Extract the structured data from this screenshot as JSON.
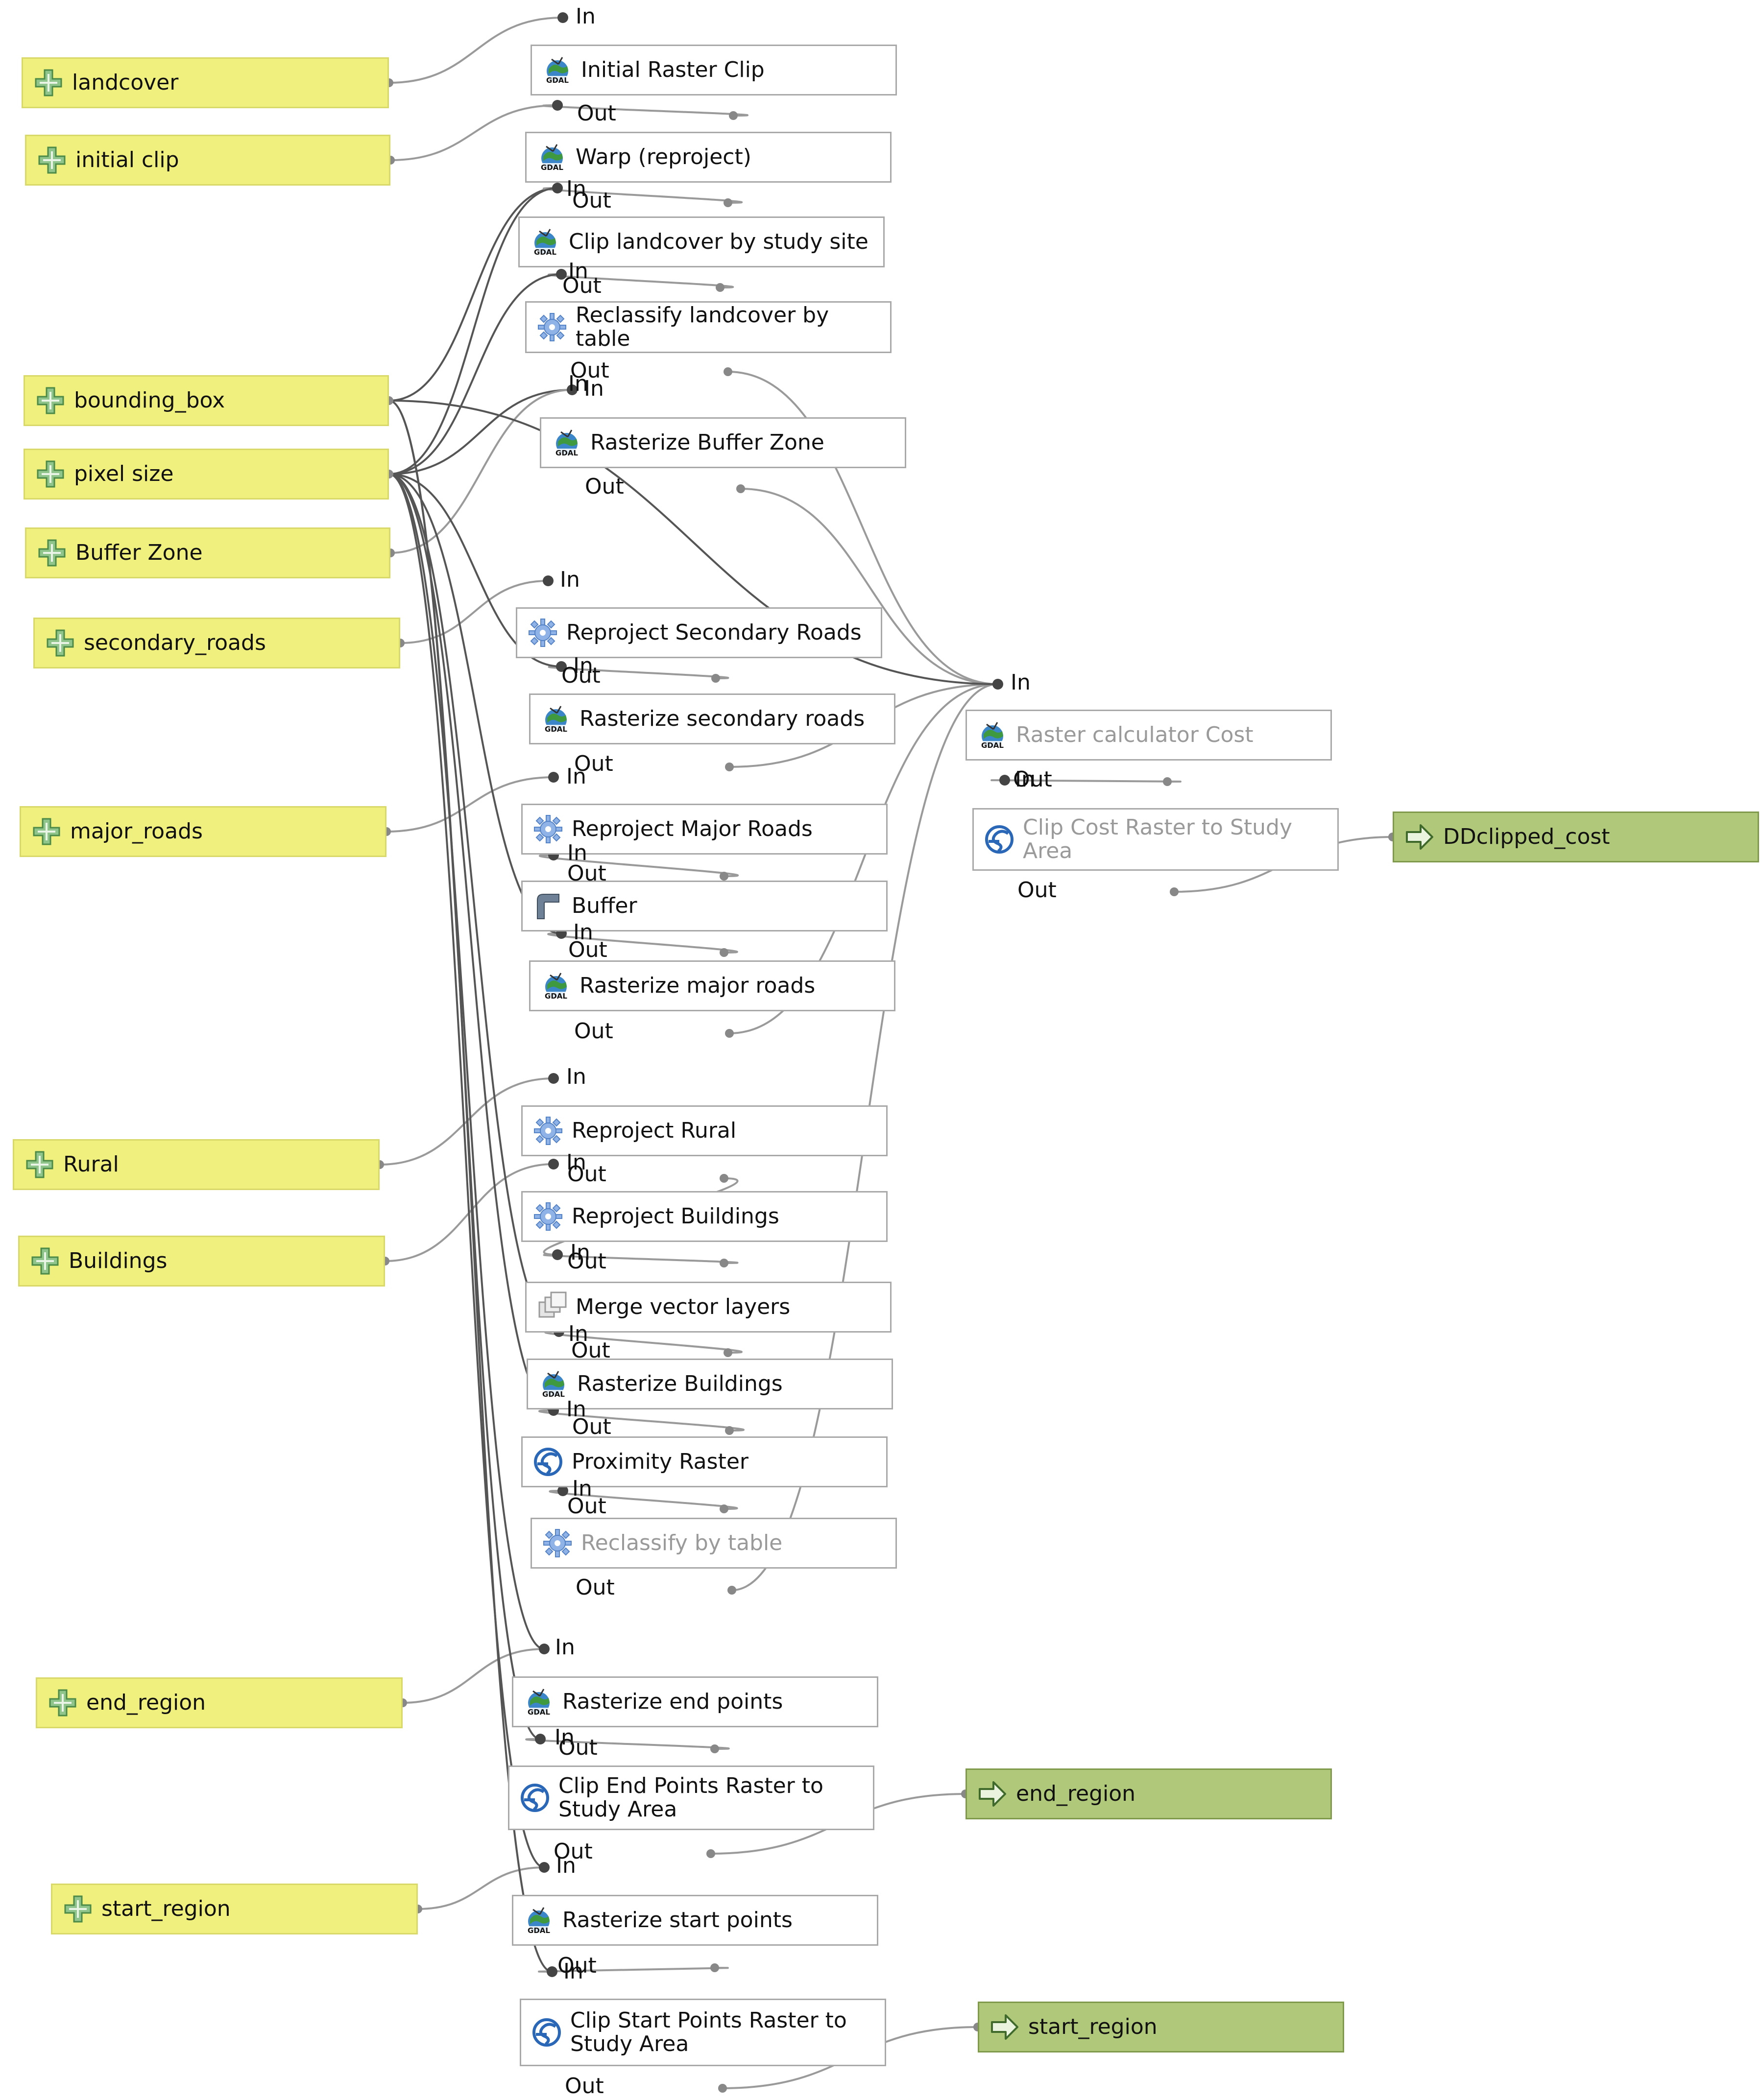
{
  "inputs": [
    {
      "id": "landcover",
      "label": "landcover",
      "icon": "plus-icon"
    },
    {
      "id": "initial_clip",
      "label": "initial clip",
      "icon": "plus-icon"
    },
    {
      "id": "bounding_box",
      "label": "bounding_box",
      "icon": "plus-icon"
    },
    {
      "id": "pixel_size",
      "label": "pixel size",
      "icon": "plus-icon"
    },
    {
      "id": "buffer_zone",
      "label": "Buffer Zone",
      "icon": "plus-icon"
    },
    {
      "id": "secondary_roads",
      "label": "secondary_roads",
      "icon": "plus-icon"
    },
    {
      "id": "major_roads",
      "label": "major_roads",
      "icon": "plus-icon"
    },
    {
      "id": "rural",
      "label": "Rural",
      "icon": "plus-icon"
    },
    {
      "id": "buildings",
      "label": "Buildings",
      "icon": "plus-icon"
    },
    {
      "id": "end_region_in",
      "label": "end_region",
      "icon": "plus-icon"
    },
    {
      "id": "start_region_in",
      "label": "start_region",
      "icon": "plus-icon"
    }
  ],
  "algorithms": [
    {
      "id": "initial_raster_clip",
      "label": "Initial Raster Clip",
      "icon": "gdal-icon",
      "disabled": false
    },
    {
      "id": "warp",
      "label": "Warp (reproject)",
      "icon": "gdal-icon",
      "disabled": false
    },
    {
      "id": "clip_landcover",
      "label": "Clip landcover by study site",
      "icon": "gdal-icon",
      "disabled": false
    },
    {
      "id": "reclassify_landcover",
      "label": "Reclassify landcover by\ntable",
      "icon": "gear-icon",
      "disabled": false
    },
    {
      "id": "rasterize_buffer",
      "label": "Rasterize Buffer Zone",
      "icon": "gdal-icon",
      "disabled": false
    },
    {
      "id": "reproject_secondary",
      "label": "Reproject Secondary Roads",
      "icon": "gear-icon",
      "disabled": false
    },
    {
      "id": "rasterize_secondary",
      "label": "Rasterize secondary roads",
      "icon": "gdal-icon",
      "disabled": false
    },
    {
      "id": "reproject_major",
      "label": "Reproject Major Roads",
      "icon": "gear-icon",
      "disabled": false
    },
    {
      "id": "buffer",
      "label": "Buffer",
      "icon": "buffer-icon",
      "disabled": false
    },
    {
      "id": "rasterize_major",
      "label": "Rasterize major roads",
      "icon": "gdal-icon",
      "disabled": false
    },
    {
      "id": "reproject_rural",
      "label": "Reproject Rural",
      "icon": "gear-icon",
      "disabled": false
    },
    {
      "id": "reproject_buildings",
      "label": "Reproject Buildings",
      "icon": "gear-icon",
      "disabled": false
    },
    {
      "id": "merge_vector",
      "label": "Merge vector layers",
      "icon": "merge-icon",
      "disabled": false
    },
    {
      "id": "rasterize_buildings",
      "label": "Rasterize Buildings",
      "icon": "gdal-icon",
      "disabled": false
    },
    {
      "id": "proximity",
      "label": "Proximity Raster",
      "icon": "saga-icon",
      "disabled": false
    },
    {
      "id": "reclassify_table",
      "label": "Reclassify by table",
      "icon": "gear-icon",
      "disabled": true
    },
    {
      "id": "raster_calc",
      "label": "Raster calculator Cost",
      "icon": "gdal-icon",
      "disabled": true
    },
    {
      "id": "clip_cost",
      "label": "Clip Cost Raster to Study\nArea",
      "icon": "saga-icon",
      "disabled": true
    },
    {
      "id": "rasterize_end",
      "label": "Rasterize end points",
      "icon": "gdal-icon",
      "disabled": false
    },
    {
      "id": "clip_end",
      "label": "Clip End Points Raster to\nStudy Area",
      "icon": "saga-icon",
      "disabled": false
    },
    {
      "id": "rasterize_start",
      "label": "Rasterize start points",
      "icon": "gdal-icon",
      "disabled": false
    },
    {
      "id": "clip_start",
      "label": "Clip Start Points Raster to\nStudy Area",
      "icon": "saga-icon",
      "disabled": false
    }
  ],
  "outputs": [
    {
      "id": "ddclipped_cost",
      "label": "DDclipped_cost",
      "icon": "arrow-right-icon"
    },
    {
      "id": "end_region_out",
      "label": "end_region",
      "icon": "arrow-right-icon"
    },
    {
      "id": "start_region_out",
      "label": "start_region",
      "icon": "arrow-right-icon"
    }
  ],
  "port_labels": {
    "in": "In",
    "out": "Out"
  },
  "colors": {
    "input_fill": "#f0f07e",
    "input_border": "#d9d96a",
    "output_fill": "#b0c879",
    "output_border": "#7f9a4a",
    "algorithm_fill": "#ffffff",
    "algorithm_border": "#a9a9a9",
    "disabled_text": "#9a9a9a",
    "wire": "#9a9a9a",
    "wire_strong": "#555555"
  }
}
